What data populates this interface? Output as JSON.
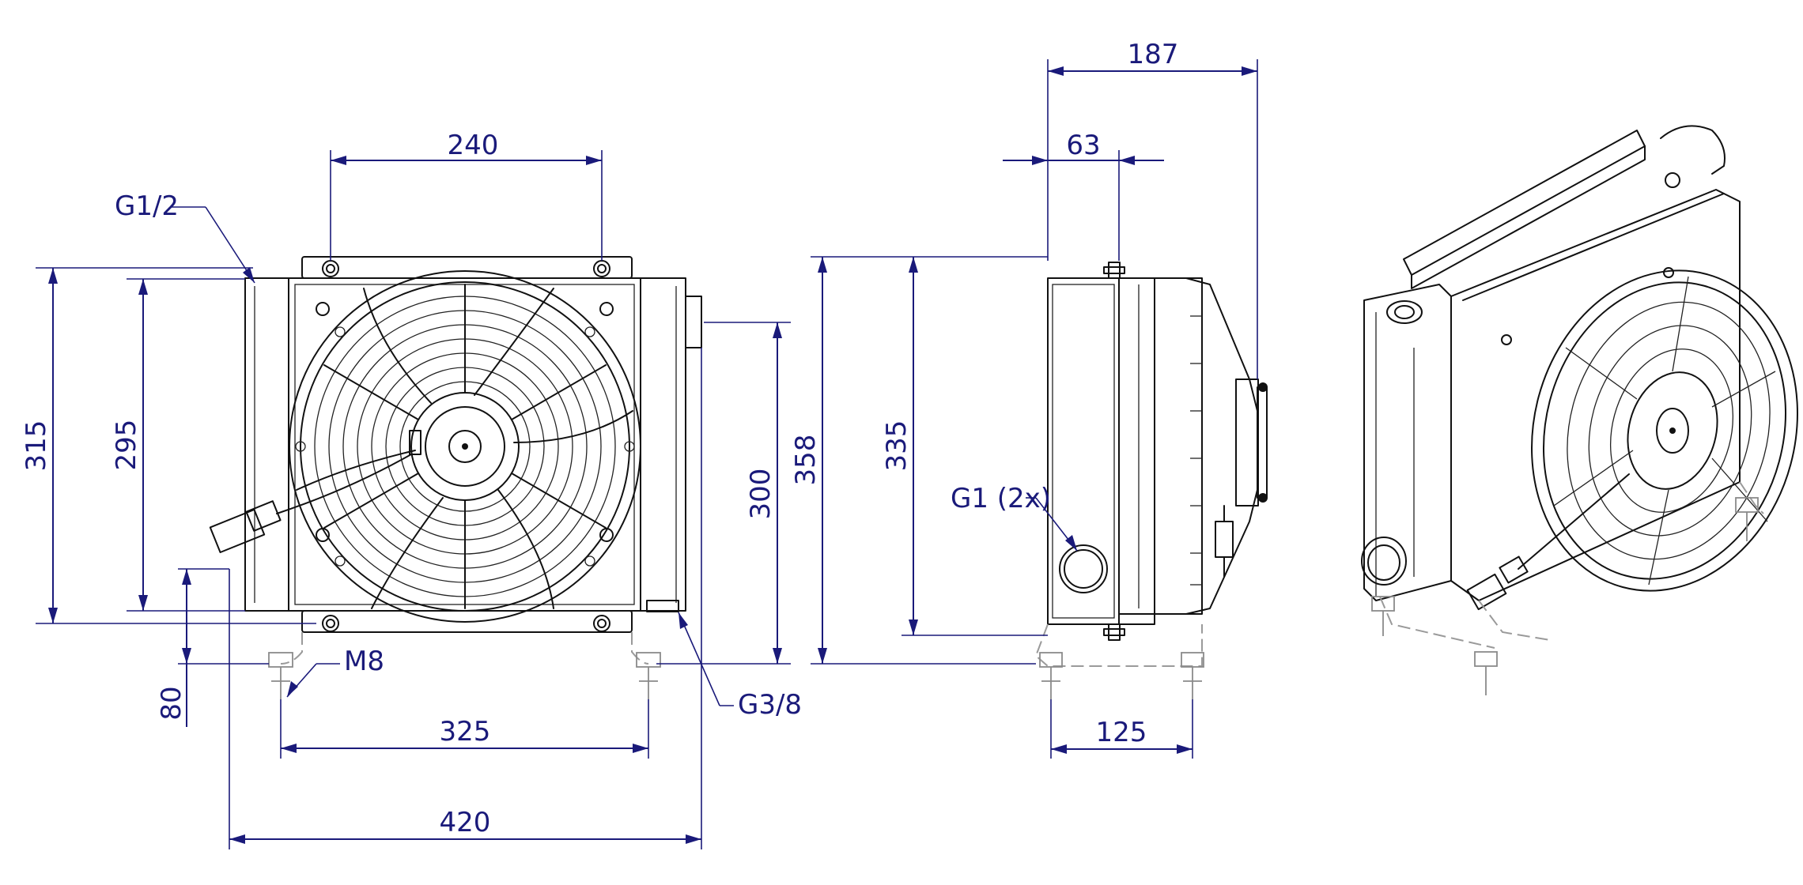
{
  "dimensions": {
    "top_hole_spacing": "240",
    "overall_height": "315",
    "core_height": "295",
    "right_height": "300",
    "foot_height": "80",
    "foot_spacing": "325",
    "overall_width": "420",
    "side_depth": "187",
    "side_offset": "63",
    "side_overall_height": "358",
    "side_core_height": "335",
    "side_foot_spacing": "125"
  },
  "callouts": {
    "inlet_thread": "G1/2",
    "mount_thread": "M8",
    "drain_thread": "G3/8",
    "port_thread": "G1 (2x)"
  },
  "colors": {
    "dimension": "#1a1a7a",
    "outline": "#111111",
    "phantom": "#9a9a9a"
  }
}
